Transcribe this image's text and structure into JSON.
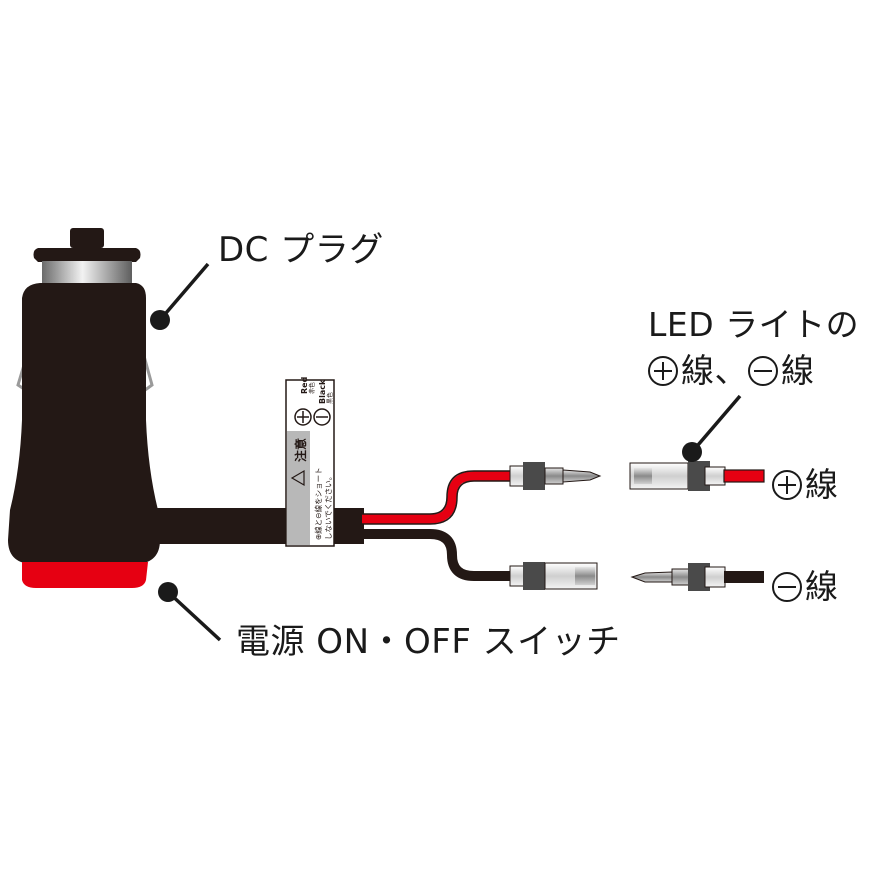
{
  "labels": {
    "dc_plug": "DC プラグ",
    "switch": "電源 ON・OFF スイッチ",
    "led_line1": "LED ライトの",
    "led_line2_plus": "線、",
    "led_line2_minus": "線",
    "plus_wire": "線",
    "minus_wire": "線"
  },
  "tag": {
    "red_en": "Red",
    "red_ja": "赤色",
    "black_en": "Black",
    "black_ja": "黒色",
    "caution": "注意",
    "warning_line1": "⊕線と⊖線をショート",
    "warning_line2": "しないでください。"
  },
  "colors": {
    "plug_body": "#231815",
    "switch_red": "#e60012",
    "wire_red": "#e60012",
    "wire_black": "#231815",
    "ring": "#c8c8c8"
  },
  "icons": [
    "plus-circle-icon",
    "minus-circle-icon",
    "warning-triangle-icon"
  ]
}
